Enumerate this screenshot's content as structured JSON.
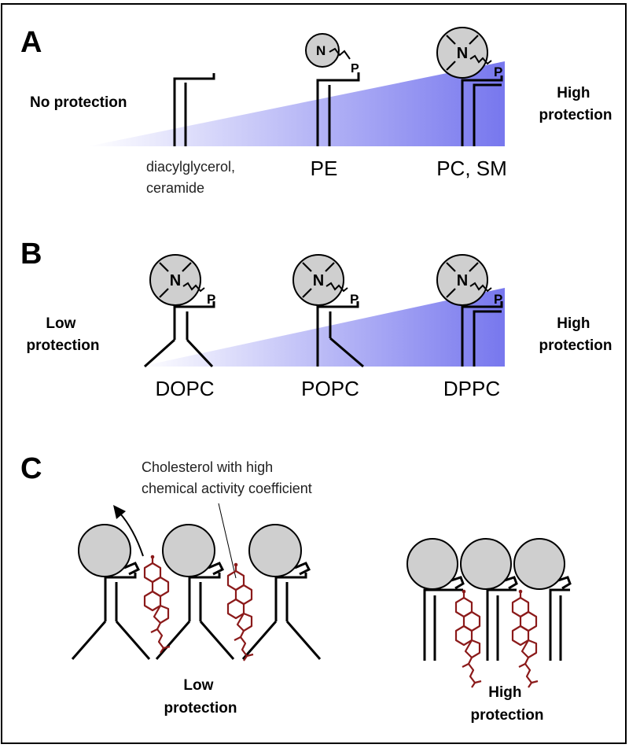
{
  "panels": {
    "a": {
      "letter": "A",
      "left_label": [
        "No protection"
      ],
      "right_label": [
        "High",
        "protection"
      ],
      "lipids": [
        {
          "label": [
            "diacylglycerol,",
            "ceramide"
          ],
          "head_atoms": []
        },
        {
          "label": [
            "PE"
          ],
          "head_atoms": [
            "N",
            "P"
          ]
        },
        {
          "label": [
            "PC, SM"
          ],
          "head_atoms": [
            "N",
            "P"
          ]
        }
      ]
    },
    "b": {
      "letter": "B",
      "left_label": [
        "Low",
        "protection"
      ],
      "right_label": [
        "High",
        "protection"
      ],
      "lipids": [
        {
          "label": [
            "DOPC"
          ],
          "head_atoms": [
            "N",
            "P"
          ]
        },
        {
          "label": [
            "POPC"
          ],
          "head_atoms": [
            "N",
            "P"
          ]
        },
        {
          "label": [
            "DPPC"
          ],
          "head_atoms": [
            "N",
            "P"
          ]
        }
      ]
    },
    "c": {
      "letter": "C",
      "annotation": [
        "Cholesterol with high",
        "chemical activity coefficient"
      ],
      "left_label": [
        "Low",
        "protection"
      ],
      "right_label": [
        "High",
        "protection"
      ]
    }
  },
  "colors": {
    "gradient": "#7777ee",
    "head_fill": "#cfcfcf",
    "cholesterol": "#8b1a1a",
    "border": "#000000"
  }
}
